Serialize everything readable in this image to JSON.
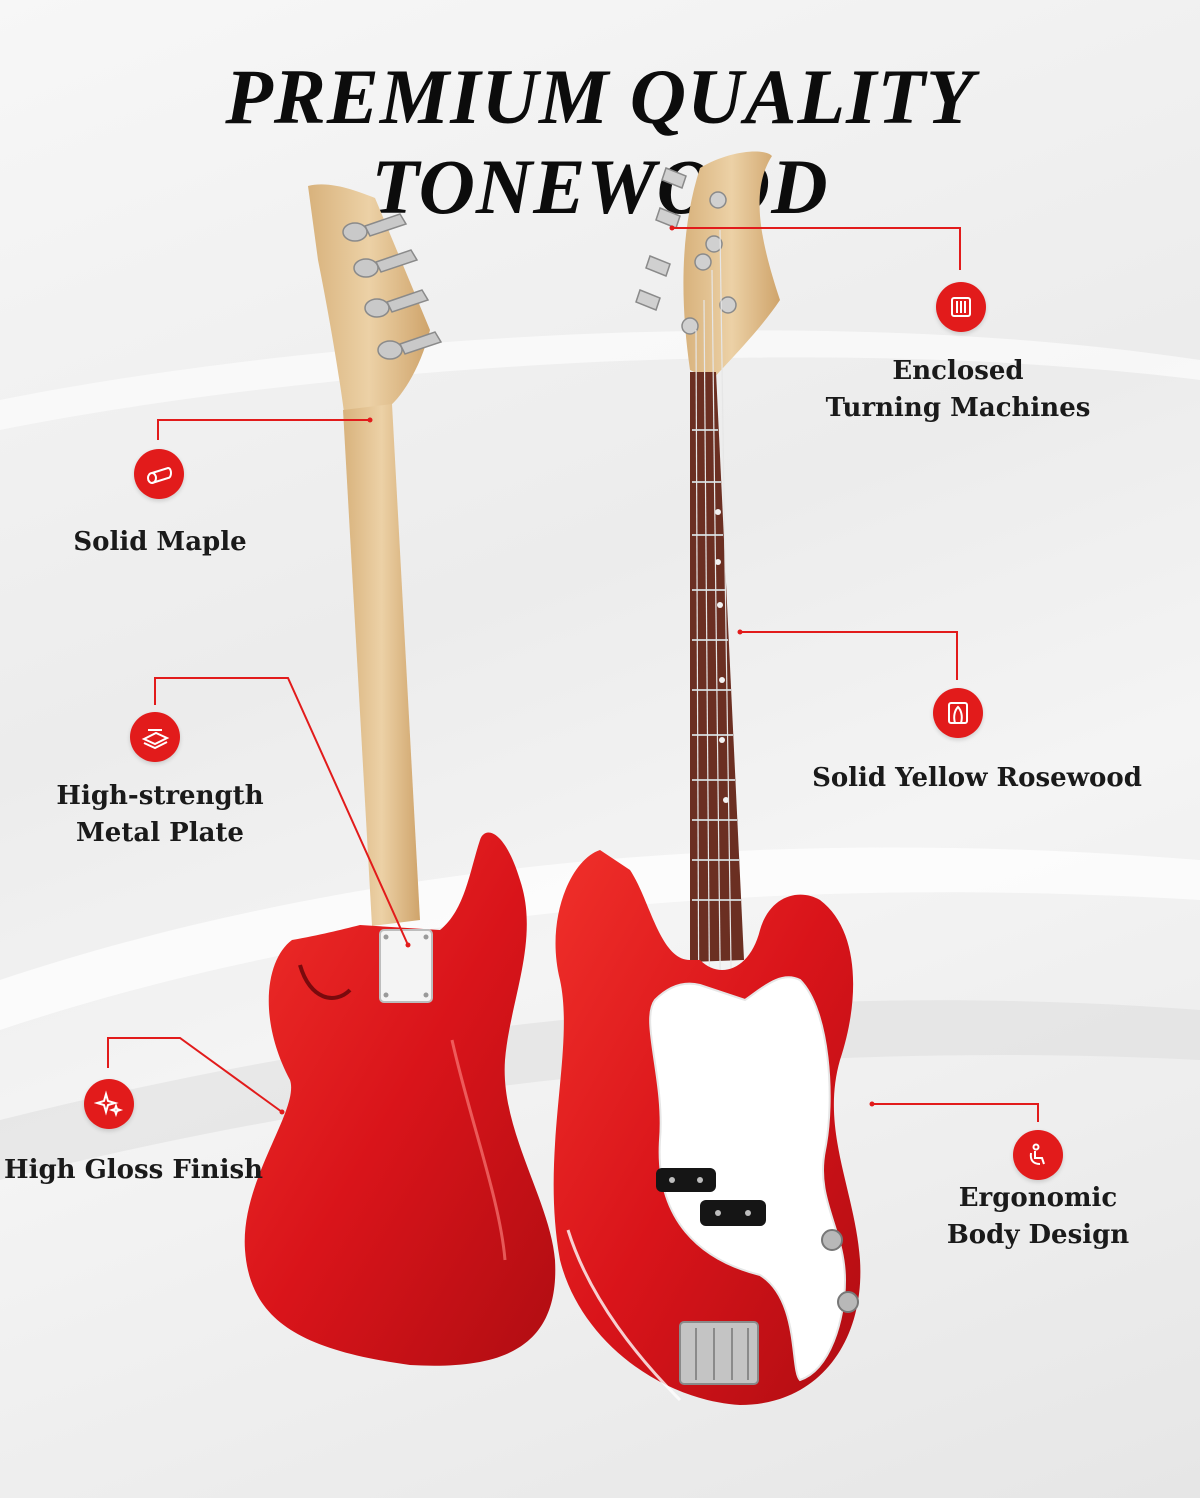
{
  "title": "PREMIUM QUALITY TONEWOOD",
  "colors": {
    "accent": "#e21b1b",
    "body_red": "#d9141a",
    "maple": "#e8c99a",
    "rosewood": "#6b2f22",
    "pickguard": "#ffffff"
  },
  "features": [
    {
      "id": "solid-maple",
      "label": "Solid Maple",
      "icon": "wood-log-icon"
    },
    {
      "id": "metal-plate",
      "label": "High-strength Metal Plate",
      "line1": "High-strength",
      "line2": "Metal Plate",
      "icon": "metal-plate-icon"
    },
    {
      "id": "gloss-finish",
      "label": "High Gloss Finish",
      "icon": "sparkle-icon"
    },
    {
      "id": "turning-machines",
      "label": "Enclosed Turning Machines",
      "line1": "Enclosed",
      "line2": "Turning Machines",
      "icon": "tuner-icon"
    },
    {
      "id": "rosewood",
      "label": "Solid Yellow Rosewood",
      "icon": "wood-grain-icon"
    },
    {
      "id": "ergonomic",
      "label": "Ergonomic Body Design",
      "line1": "Ergonomic",
      "line2": "Body Design",
      "icon": "seated-person-icon"
    }
  ]
}
